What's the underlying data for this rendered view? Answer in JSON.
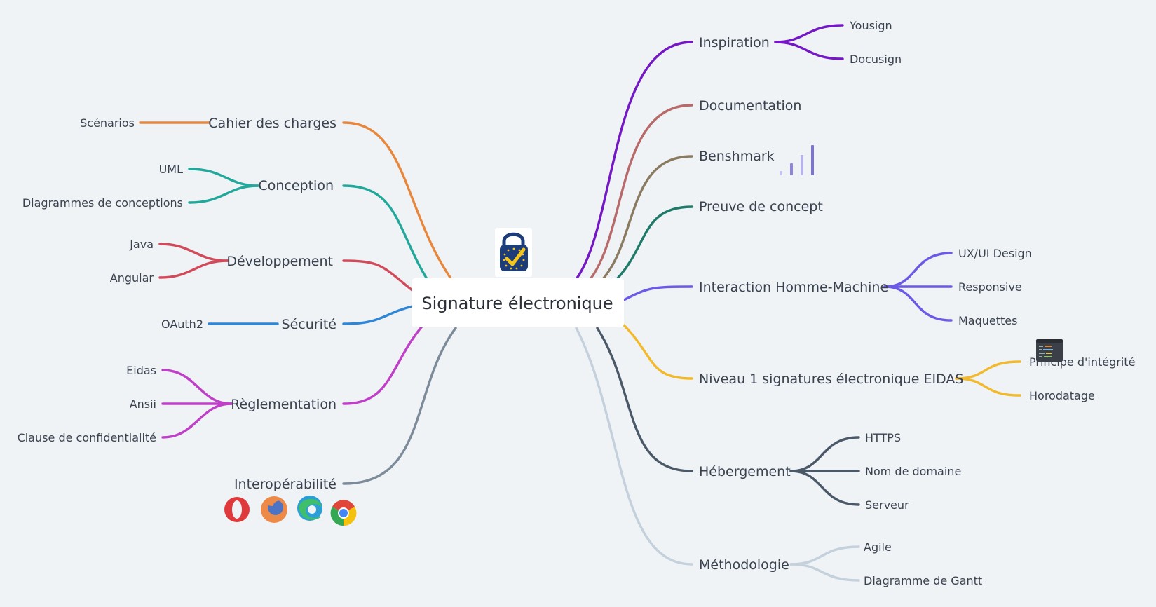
{
  "root": {
    "title": "Signature électronique",
    "icon": "eu-trust-lock-icon"
  },
  "left_branches": [
    {
      "key": "cahier",
      "label": "Cahier des charges",
      "color": "#e8873c",
      "children": [
        "Scénarios"
      ]
    },
    {
      "key": "conception",
      "label": "Conception",
      "color": "#22a89a",
      "children": [
        "UML",
        "Diagrammes de conceptions"
      ]
    },
    {
      "key": "developpement",
      "label": "Développement",
      "color": "#d24a5a",
      "children": [
        "Java",
        "Angular"
      ]
    },
    {
      "key": "securite",
      "label": "Sécurité",
      "color": "#2f86d6",
      "children": [
        "OAuth2"
      ]
    },
    {
      "key": "reglementation",
      "label": "Règlementation",
      "color": "#c03fc8",
      "children": [
        "Eidas",
        "Ansii",
        "Clause de confidentialité"
      ]
    },
    {
      "key": "interoperabilite",
      "label": "Interopérabilité",
      "color": "#7c8a9a",
      "children": [],
      "icons": [
        "opera-icon",
        "firefox-icon",
        "edge-icon",
        "chrome-icon"
      ]
    }
  ],
  "right_branches": [
    {
      "key": "inspiration",
      "label": "Inspiration",
      "color": "#7417c4",
      "children": [
        "Yousign",
        "Docusign"
      ]
    },
    {
      "key": "documentation",
      "label": "Documentation",
      "color": "#b86a6a",
      "children": []
    },
    {
      "key": "benshmark",
      "label": "Benshmark",
      "color": "#8a7a60",
      "children": [],
      "icon": "bar-chart-icon"
    },
    {
      "key": "preuve",
      "label": "Preuve de concept",
      "color": "#1f7a6a",
      "children": []
    },
    {
      "key": "ihm",
      "label": "Interaction Homme-Machine",
      "color": "#6a5ae6",
      "children": [
        "UX/UI Design",
        "Responsive",
        "Maquettes"
      ]
    },
    {
      "key": "niveau1",
      "label": "Niveau 1 signatures électronique EIDAS",
      "color": "#f2b92c",
      "children": [
        "Principe d'intégrité",
        "Horodatage"
      ],
      "icon": "code-window-icon"
    },
    {
      "key": "hebergement",
      "label": "Hébergement",
      "color": "#4b5868",
      "children": [
        "HTTPS",
        "Nom de domaine",
        "Serveur"
      ]
    },
    {
      "key": "methodologie",
      "label": "Méthodologie",
      "color": "#c4d0dc",
      "children": [
        "Agile",
        "Diagramme de Gantt"
      ]
    }
  ]
}
